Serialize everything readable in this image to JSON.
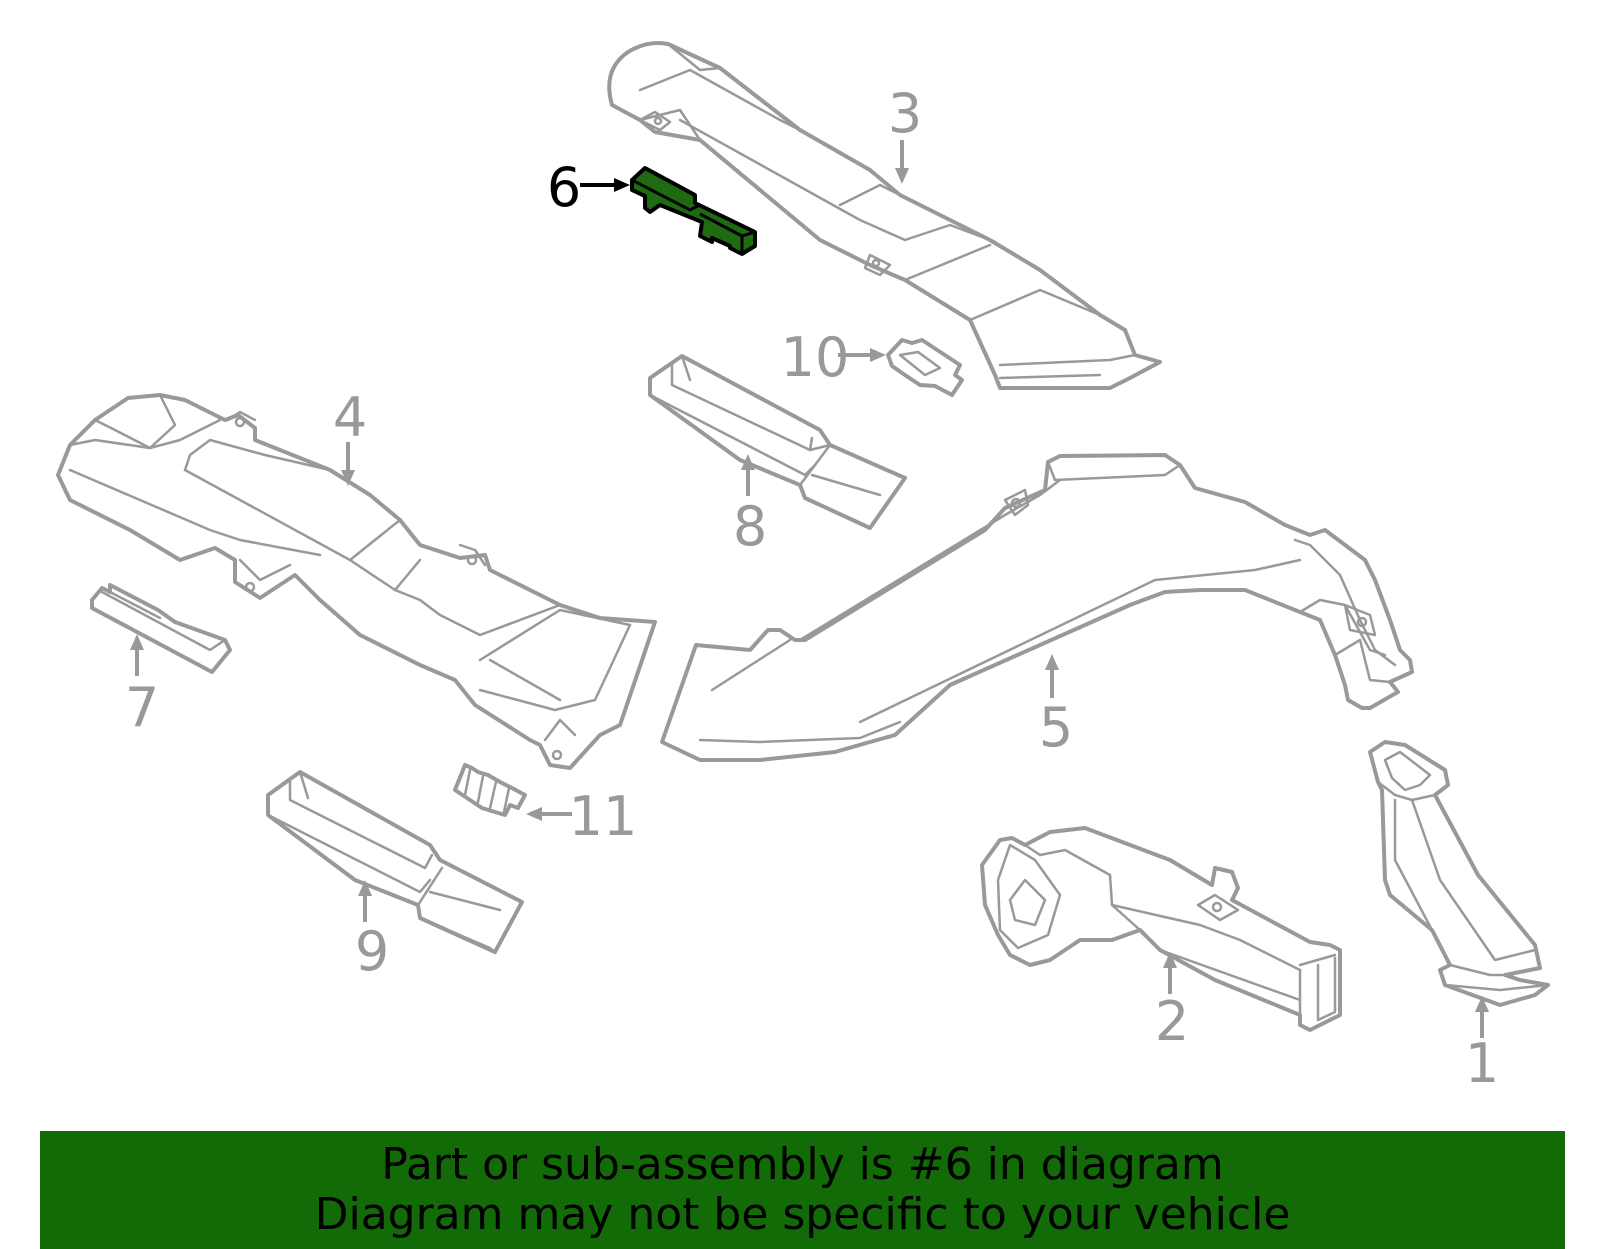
{
  "callouts": {
    "c1": "1",
    "c2": "2",
    "c3": "3",
    "c4": "4",
    "c5": "5",
    "c6": "6",
    "c7": "7",
    "c8": "8",
    "c9": "9",
    "c10": "10",
    "c11": "11"
  },
  "highlight": {
    "part_number": "6",
    "color": "#1e6b11"
  },
  "banner": {
    "line1": "Part or sub-assembly is #6 in diagram",
    "line2": "Diagram may not be specific to your vehicle",
    "background": "#136b07"
  }
}
